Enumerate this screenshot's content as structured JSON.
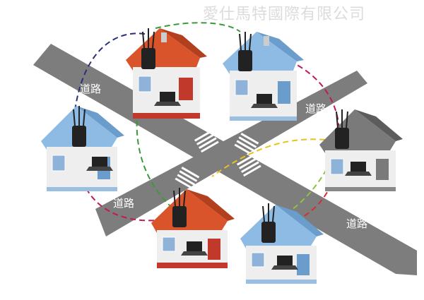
{
  "company_name": "愛仕馬特國際有限公司",
  "road_labels": [
    "道路",
    "道路",
    "道路",
    "道路"
  ],
  "colors": {
    "road": "#7d7d7d",
    "crosswalk": "#ffffff",
    "roof_red": "#d9532b",
    "roof_blue": "#8ebbe3",
    "roof_gray": "#7a7a7a",
    "wall": "#eeeeee",
    "window": "#8fb2d8",
    "router": "#222222",
    "link_navy": "#2a2f78",
    "link_green": "#3a9a3a",
    "link_magenta": "#c2185b",
    "link_red": "#d32f2f",
    "link_yellow": "#e8c21a",
    "link_lime": "#8cc63f"
  },
  "houses": [
    {
      "name": "house-top-left",
      "roof": "red"
    },
    {
      "name": "house-top-right",
      "roof": "blue"
    },
    {
      "name": "house-left",
      "roof": "blue"
    },
    {
      "name": "house-right",
      "roof": "gray"
    },
    {
      "name": "house-bottom-left",
      "roof": "red"
    },
    {
      "name": "house-bottom-right",
      "roof": "blue"
    }
  ]
}
